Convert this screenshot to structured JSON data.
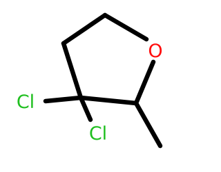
{
  "molecule": {
    "atoms": {
      "oxygen": {
        "symbol": "O",
        "color": "#ff0d0d"
      },
      "chlorine_left": {
        "symbol": "Cl",
        "color": "#1fbf1f"
      },
      "chlorine_bottom": {
        "symbol": "Cl",
        "color": "#1fbf1f"
      }
    },
    "bond_color": "#000000"
  }
}
